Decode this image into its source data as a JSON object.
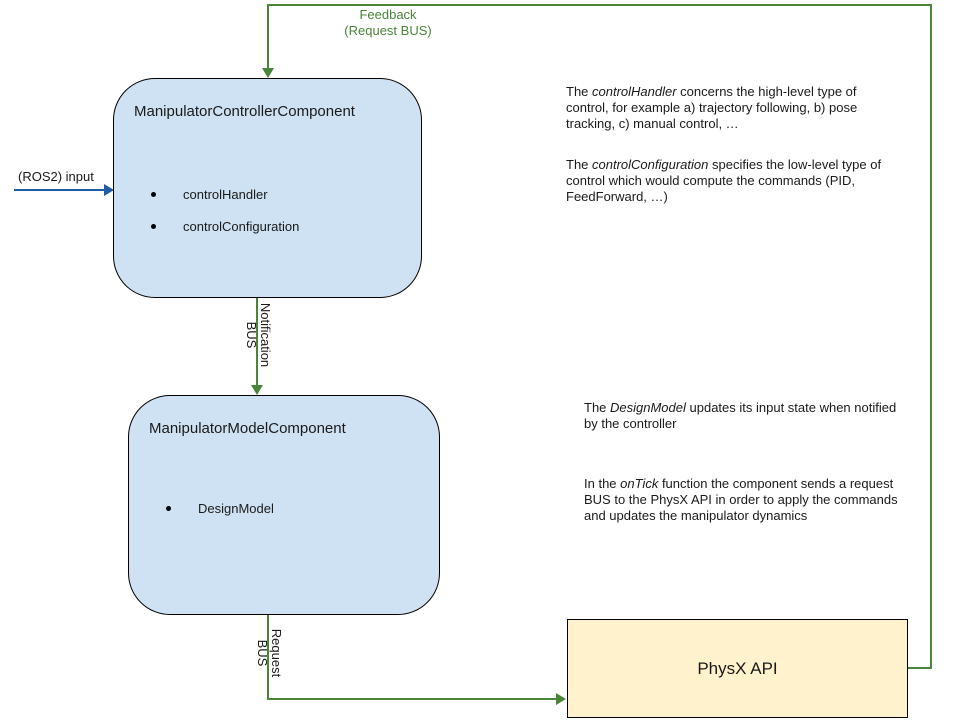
{
  "colors": {
    "green": "#4a853a",
    "blue": "#1e5ca6",
    "box_blue_fill": "#cfe2f3",
    "box_yellow_fill": "#fff2cc",
    "box_border": "#000000",
    "text": "#1a1a1a"
  },
  "edges": {
    "feedback": {
      "label_line1": "Feedback",
      "label_line2": "(Request BUS)"
    },
    "notification": {
      "label_line1": "Notification",
      "label_line2": "BUS"
    },
    "request": {
      "label_line1": "Request",
      "label_line2": "BUS"
    },
    "ros2_input": {
      "label": "(ROS2) input"
    }
  },
  "boxes": {
    "controller": {
      "title": "ManipulatorControllerComponent",
      "bullets": [
        "controlHandler",
        "controlConfiguration"
      ]
    },
    "model": {
      "title": "ManipulatorModelComponent",
      "bullets": [
        "DesignModel"
      ]
    },
    "physx": {
      "title": "PhysX API"
    }
  },
  "notes": [
    {
      "lines": [
        [
          {
            "t": "The "
          },
          {
            "t": "controlHandler",
            "i": true
          },
          {
            "t": " concerns the high-level type of"
          }
        ],
        [
          {
            "t": "control, for example a) trajectory following, b) pose"
          }
        ],
        [
          {
            "t": "tracking, c) manual control, …"
          }
        ]
      ]
    },
    {
      "lines": [
        [
          {
            "t": "The "
          },
          {
            "t": "controlConfiguration",
            "i": true
          },
          {
            "t": " specifies the low-level type of"
          }
        ],
        [
          {
            "t": "control which would compute the commands (PID,"
          }
        ],
        [
          {
            "t": "FeedForward, …)"
          }
        ]
      ]
    },
    {
      "lines": [
        [
          {
            "t": "The "
          },
          {
            "t": "DesignModel",
            "i": true
          },
          {
            "t": " updates its input state when notified"
          }
        ],
        [
          {
            "t": "by the controller"
          }
        ]
      ]
    },
    {
      "lines": [
        [
          {
            "t": "In the "
          },
          {
            "t": "onTick",
            "i": true
          },
          {
            "t": " function the component sends a request"
          }
        ],
        [
          {
            "t": "BUS to the PhysX API in order to apply the commands"
          }
        ],
        [
          {
            "t": "and updates the manipulator dynamics"
          }
        ]
      ]
    }
  ]
}
